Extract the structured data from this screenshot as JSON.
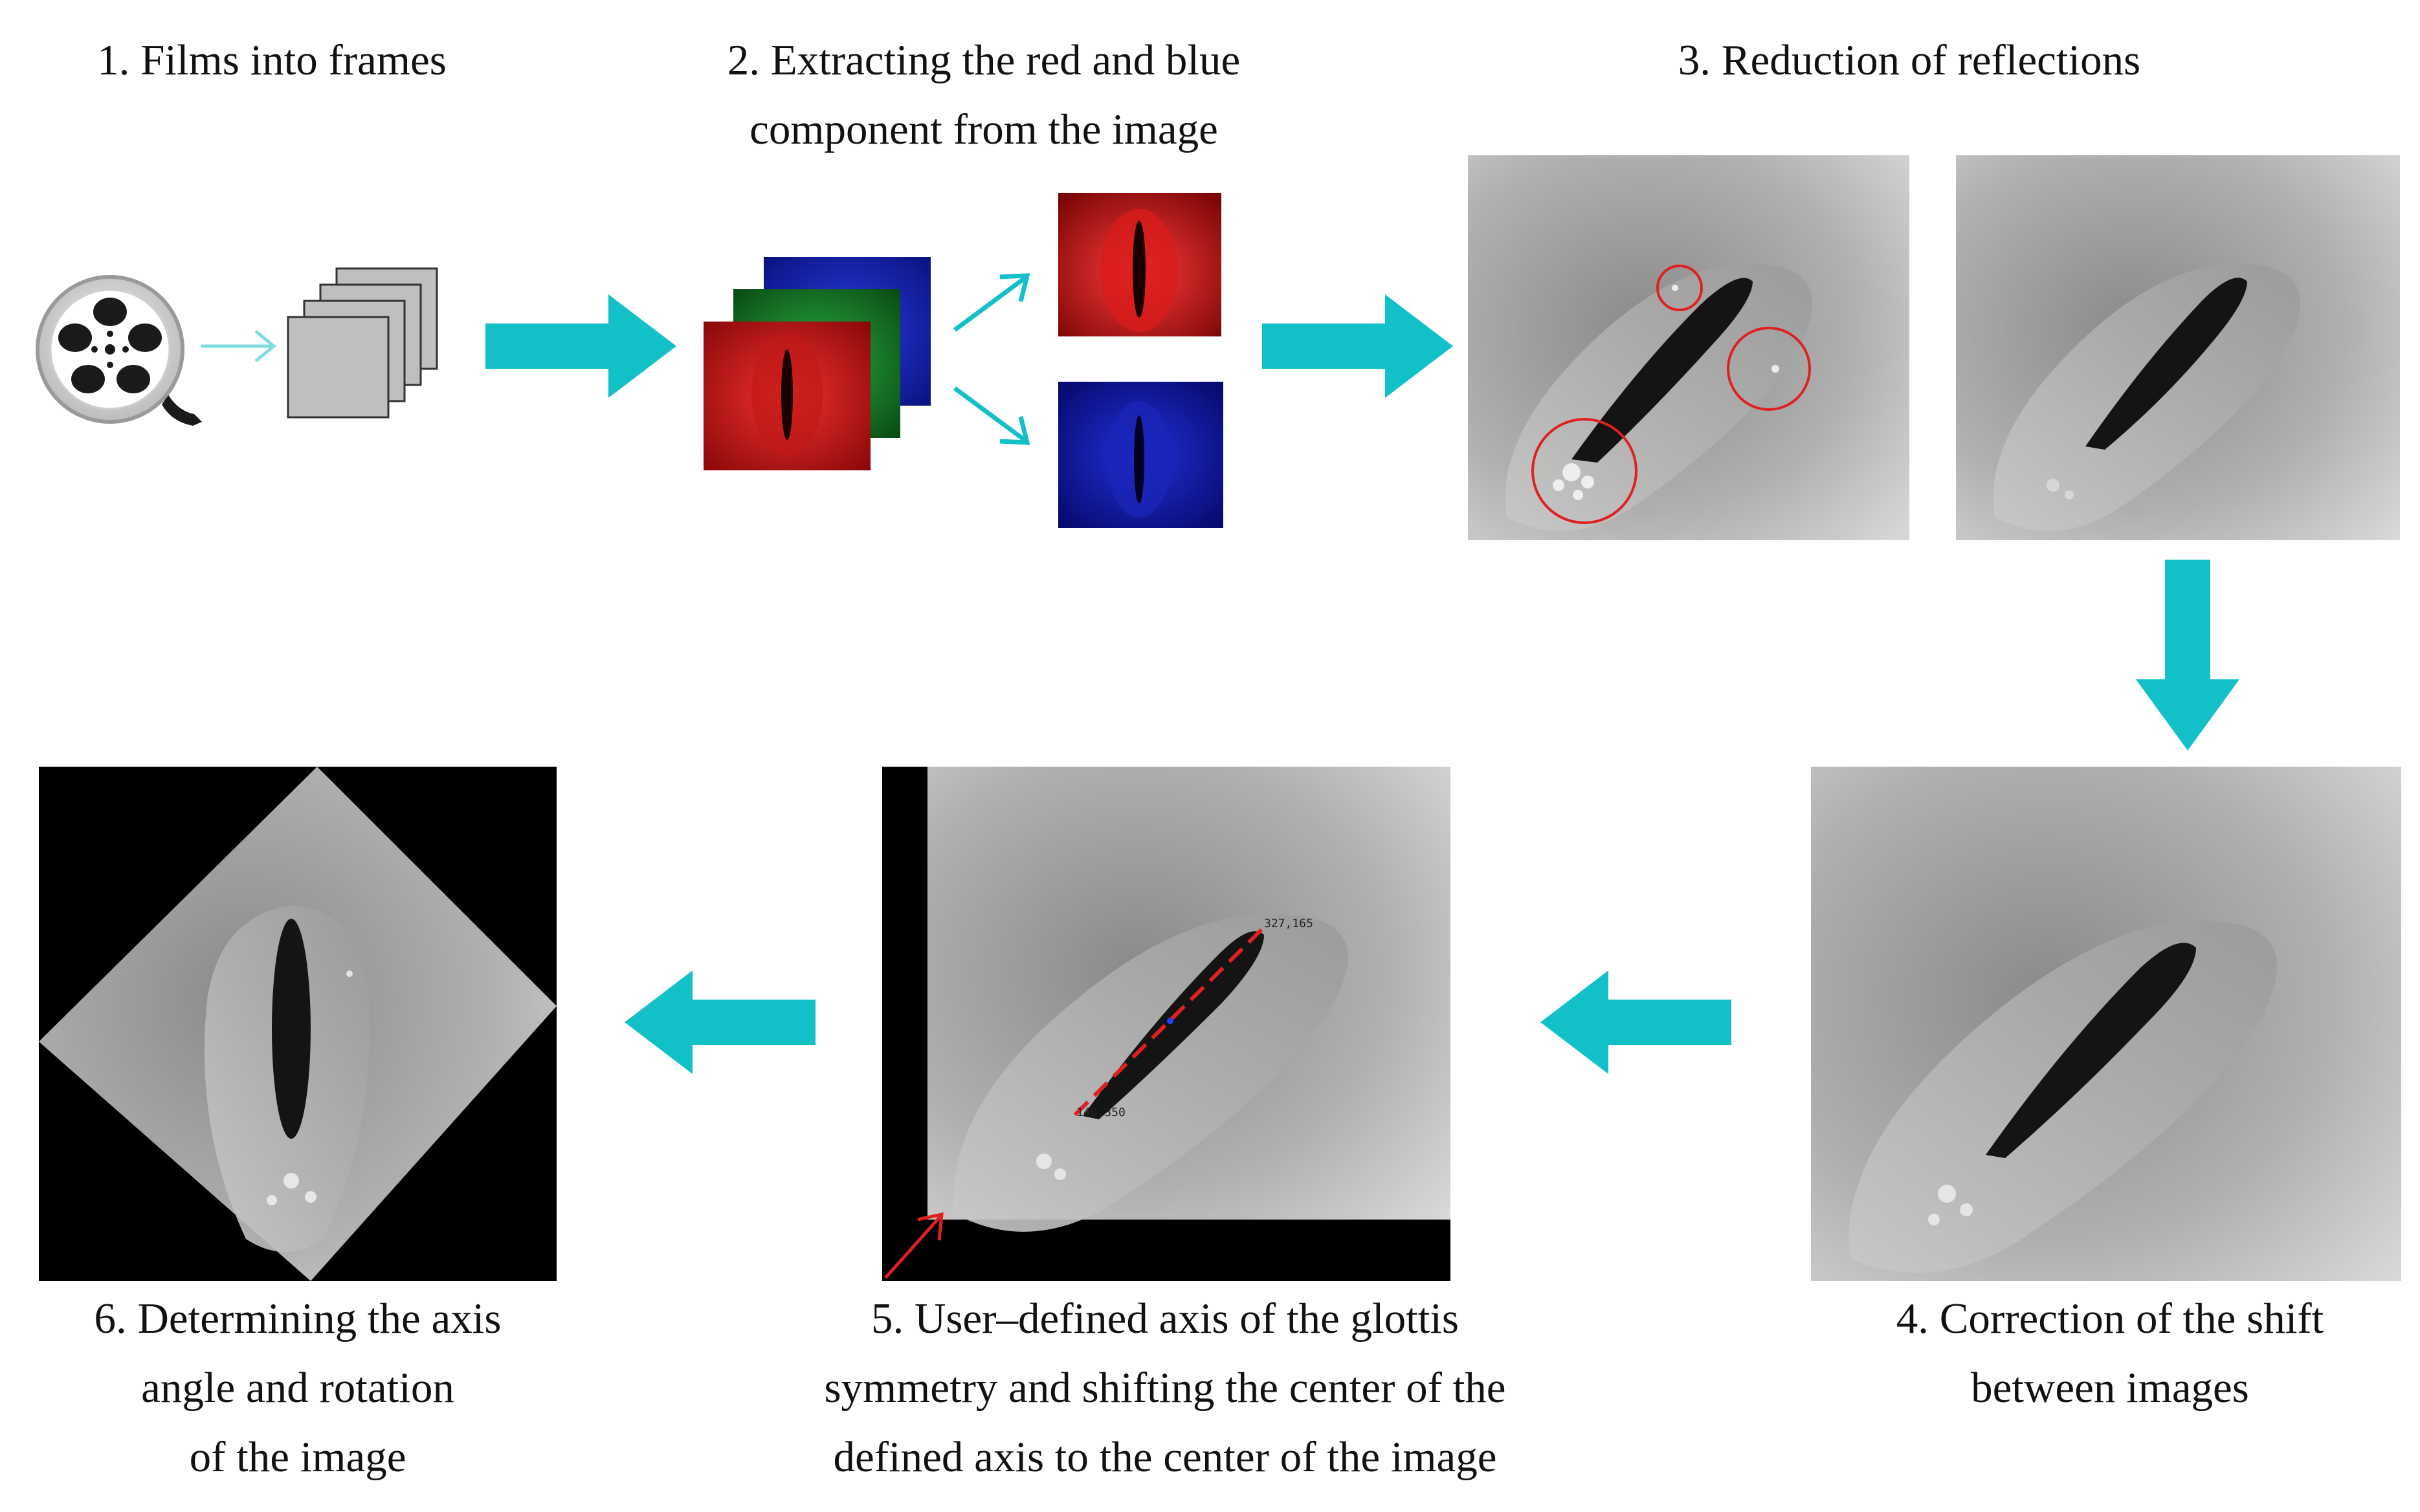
{
  "steps": [
    {
      "id": 1,
      "lines": [
        "1. Films into frames"
      ]
    },
    {
      "id": 2,
      "lines": [
        "2. Extracting the red and blue",
        "component from the image"
      ]
    },
    {
      "id": 3,
      "lines": [
        "3. Reduction of reflections"
      ]
    },
    {
      "id": 4,
      "lines": [
        "4. Correction of the shift",
        "between images"
      ]
    },
    {
      "id": 5,
      "lines": [
        "5. User–defined axis of the glottis",
        "symmetry and shifting the center of the",
        "defined axis to the center of the image"
      ]
    },
    {
      "id": 6,
      "lines": [
        "6. Determining the axis",
        "angle and rotation",
        "of the image"
      ]
    }
  ],
  "axis_points": {
    "end": "327,165",
    "start": "140,350"
  },
  "icons": [
    "film-reel-icon",
    "frame-stack-icon",
    "rgb-channel-stack-icon"
  ],
  "colors": {
    "flow_arrow": "#12c0c8",
    "highlight": "#e02020",
    "frame_gray": "#bfbfbf",
    "red_channel": "#d01010",
    "blue_channel": "#1018b0",
    "green_channel": "#128a22"
  }
}
